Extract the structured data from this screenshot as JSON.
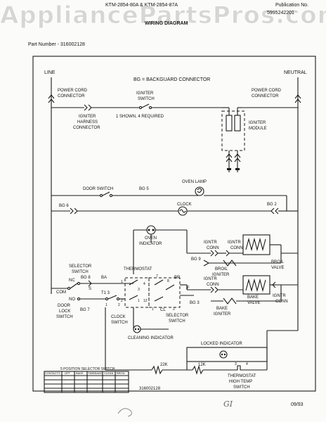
{
  "header": {
    "model_line": "KTM-2854-80A & KTM-2854-87A",
    "diagram_label": "WIRING DIAGRAM",
    "publication_label": "Publication No.",
    "publication_number": "5995242201",
    "watermark": "AppliancePartsPros.com",
    "part_number": "Part Number - 316002128"
  },
  "labels": {
    "line": "LINE",
    "neutral": "NEUTRAL",
    "bg_legend": "BG = BACKGUARD CONNECTOR",
    "power_cord_left": [
      "POWER CORD",
      "CONNECTOR"
    ],
    "power_cord_right": [
      "POWER CORD",
      "CONNECTOR"
    ],
    "igniter_switch": [
      "IGNITER",
      "SWITCH"
    ],
    "igniter_harness": [
      "IGNITER",
      "HARNESS",
      "CONNECTOR"
    ],
    "shown_required": "1 SHOWN, 4 REQUIRED",
    "igniter_module": [
      "IGNITER",
      "MODULE"
    ],
    "oven_lamp": "OVEN LAMP",
    "door_switch": "DOOR SWITCH",
    "bg5": "BG 5",
    "bg6": "BG 6",
    "clock": "CLOCK",
    "bg2": "BG 2",
    "oven_indicator": [
      "OVEN",
      "INDICATOR"
    ],
    "igntr_conn_1": [
      "IGNTR",
      "CONN"
    ],
    "igntr_conn_2": [
      "IGNTR",
      "CONN"
    ],
    "broil_valve": [
      "BROIL",
      "VALVE"
    ],
    "bg9": "BG 9",
    "broil_igniter": [
      "BROIL",
      "IGNITER"
    ],
    "selector_switch_top": [
      "SELECTOR",
      "SWITCH"
    ],
    "thermostat": "THERMOSTAT",
    "br": "BR",
    "bg8": "BG 8",
    "ba": "BA",
    "nc": "NC",
    "com": "COM",
    "no": "NO",
    "s": "S",
    "t13": "T1 3",
    "f": "F",
    "igntr_conn_3": [
      "IGNTR",
      "CONN"
    ],
    "igntr_conn_4": [
      "IGNTR",
      "CONN"
    ],
    "bake_valve": [
      "BAKE",
      "VALVE"
    ],
    "bg3": "BG 3",
    "bake_igniter": [
      "BAKE",
      "IGNITER"
    ],
    "door_lock_switch": [
      "DOOR",
      "LOCK",
      "SWITCH"
    ],
    "bg7": "BG 7",
    "clock_switch": [
      "CLOCK",
      "SWITCH"
    ],
    "selector_switch_bottom": [
      "SELECTOR",
      "SWITCH"
    ],
    "cl": "CL",
    "cleaning_indicator": "CLEANING INDICATOR",
    "locked_indicator": "LOCKED INDICATOR",
    "r22k": "22K",
    "r12k": "12K",
    "thermostat_high_temp": [
      "THERMOSTAT",
      "HIGH TEMP",
      "SWITCH"
    ],
    "footer_part_number": "316002128",
    "date": "09/93",
    "handwriting": "GI"
  },
  "contact_numbers": {
    "thermostat_left": "1",
    "thermostat_seven": "7",
    "thermostat_eight": "8",
    "thermostat_three": "3",
    "thermostat_two": "2",
    "thermostat_four": "4",
    "thermostat_one": "1",
    "thermostat_twelve": "12",
    "clock_one": "1",
    "clock_two": "2",
    "sel_one": "1",
    "sel_two": "2",
    "hi_three": "3",
    "hi_four": "4"
  },
  "table": {
    "title": "5 POSITION SELECTOR SWITCH",
    "headers": [
      "CONTACTS",
      "OFF",
      "BAKE",
      "TIMEBAKE",
      "CLEAN",
      "BROIL"
    ],
    "row_labels": [
      "",
      "",
      "",
      "",
      ""
    ]
  },
  "colors": {
    "wire": "#1a1a1a",
    "watermark": "#787878"
  }
}
